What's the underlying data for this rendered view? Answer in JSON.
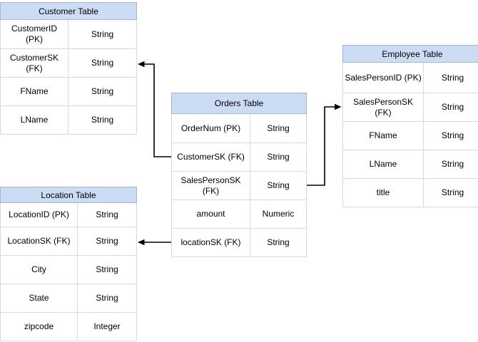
{
  "diagram": {
    "colors": {
      "header_fill": "#ccdcf5",
      "header_border": "#a9b3c8",
      "grid_border": "#d9d9d9",
      "connector": "#000000",
      "text": "#000000",
      "background": "#ffffff"
    },
    "tables": [
      {
        "id": "customer",
        "title": "Customer Table",
        "rows": [
          {
            "field": "CustomerID (PK)",
            "type": "String"
          },
          {
            "field": "CustomerSK (FK)",
            "type": "String"
          },
          {
            "field": "FName",
            "type": "String"
          },
          {
            "field": "LName",
            "type": "String"
          }
        ]
      },
      {
        "id": "orders",
        "title": "Orders Table",
        "rows": [
          {
            "field": "OrderNum (PK)",
            "type": "String"
          },
          {
            "field": "CustomerSK (FK)",
            "type": "String"
          },
          {
            "field": "SalesPersonSK (FK)",
            "type": "String"
          },
          {
            "field": "amount",
            "type": "Numeric"
          },
          {
            "field": "locationSK (FK)",
            "type": "String"
          }
        ]
      },
      {
        "id": "employee",
        "title": "Employee Table",
        "rows": [
          {
            "field": "SalesPersonID (PK)",
            "type": "String"
          },
          {
            "field": "SalesPersonSK (FK)",
            "type": "String"
          },
          {
            "field": "FName",
            "type": "String"
          },
          {
            "field": "LName",
            "type": "String"
          },
          {
            "field": "title",
            "type": "String"
          }
        ]
      },
      {
        "id": "location",
        "title": "Location Table",
        "rows": [
          {
            "field": "LocationID (PK)",
            "type": "String"
          },
          {
            "field": "LocationSK (FK)",
            "type": "String"
          },
          {
            "field": "City",
            "type": "String"
          },
          {
            "field": "State",
            "type": "String"
          },
          {
            "field": "zipcode",
            "type": "Integer"
          }
        ]
      }
    ],
    "relationships": [
      {
        "from": "Orders Table / CustomerSK (FK)",
        "to": "Customer Table / CustomerSK (FK)"
      },
      {
        "from": "Orders Table / SalesPersonSK (FK)",
        "to": "Employee Table / SalesPersonSK (FK)"
      },
      {
        "from": "Orders Table / locationSK (FK)",
        "to": "Location Table / LocationSK (FK)"
      }
    ]
  }
}
